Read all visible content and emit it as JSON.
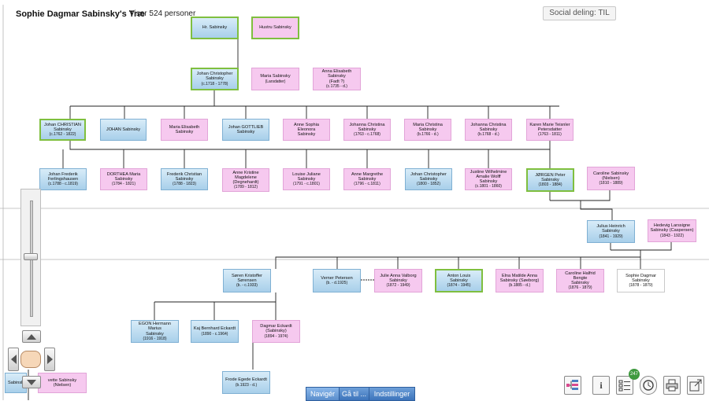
{
  "header": {
    "title": "Sophie Dagmar Sabinsky's Træ",
    "count": "Viser 524 personer",
    "social": "Social deling: TIL"
  },
  "persons": [
    {
      "id": "p1",
      "lines": [
        "Hr. Sabinsky"
      ],
      "g": "m",
      "sel": true
    },
    {
      "id": "p2",
      "lines": [
        "Hustru Sabinsky"
      ],
      "g": "f",
      "sel": true
    },
    {
      "id": "p3",
      "lines": [
        "Johan Christopher",
        "Sabinsky",
        "(c.1718 - 1778)"
      ],
      "g": "m",
      "sel": true
    },
    {
      "id": "p4",
      "lines": [
        "Maria Sabinsky",
        "(Larsdatter)"
      ],
      "g": "f"
    },
    {
      "id": "p5",
      "lines": [
        "Anna Elisabeth Sabinsky",
        "(Fadt ?)",
        "(c.1735 - d.)"
      ],
      "g": "f"
    },
    {
      "id": "p6",
      "lines": [
        "Johan CHRISTIAN",
        "Sabinsky",
        "(c.1762 - 1822)"
      ],
      "g": "m",
      "sel": true
    },
    {
      "id": "p7",
      "lines": [
        "JOHAN Sabinsky"
      ],
      "g": "m"
    },
    {
      "id": "p8",
      "lines": [
        "Maria Elisabeth",
        "Sabinsky"
      ],
      "g": "f"
    },
    {
      "id": "p9",
      "lines": [
        "Johan GOTTLIEB",
        "Sabinsky"
      ],
      "g": "m"
    },
    {
      "id": "p10",
      "lines": [
        "Anne Sophia Eleonora",
        "Sabinsky"
      ],
      "g": "f"
    },
    {
      "id": "p11",
      "lines": [
        "Johanna Christina",
        "Sabinsky",
        "(1763 - c.1768)"
      ],
      "g": "f"
    },
    {
      "id": "p12",
      "lines": [
        "Maria Christina",
        "Sabinsky",
        "(b.1766 - d.)"
      ],
      "g": "f"
    },
    {
      "id": "p13",
      "lines": [
        "Johanna Christina",
        "Sabinsky",
        "(b.1768 - d.)"
      ],
      "g": "f"
    },
    {
      "id": "p14",
      "lines": [
        "Karen Marie Teisnler",
        "Petersdatter",
        "(1763 - 1811)"
      ],
      "g": "f"
    },
    {
      "id": "p15",
      "lines": [
        "Johan Frederik",
        "Ferlingshausen",
        "(c.1788 - c.1819)"
      ],
      "g": "m"
    },
    {
      "id": "p16",
      "lines": [
        "DORTHEA Maria",
        "Sabinsky",
        "(1784 - 1821)"
      ],
      "g": "f"
    },
    {
      "id": "p17",
      "lines": [
        "Frederik Christian",
        "Sabinsky",
        "(1788 - 1823)"
      ],
      "g": "m"
    },
    {
      "id": "p18",
      "lines": [
        "Anne Kristine",
        "Magdelene",
        "(Degnehardt)",
        "(1789 - 1812)"
      ],
      "g": "f"
    },
    {
      "id": "p19",
      "lines": [
        "Louise Juliane Sabinsky",
        "(1791 - c.1801)"
      ],
      "g": "f"
    },
    {
      "id": "p20",
      "lines": [
        "Anne Margrethe",
        "Sabinsky",
        "(1796 - c.1811)"
      ],
      "g": "f"
    },
    {
      "id": "p21",
      "lines": [
        "Johan Christopher",
        "Sabinsky",
        "(1800 - 1852)"
      ],
      "g": "m"
    },
    {
      "id": "p22",
      "lines": [
        "Justine Wilhelmine",
        "Amalie Wolff Sabinsky",
        "(c.1801 - 1860)"
      ],
      "g": "f"
    },
    {
      "id": "p23",
      "lines": [
        "JØRGEN Peter Sabinsky",
        "(1803 - 1884)"
      ],
      "g": "m",
      "sel": true
    },
    {
      "id": "p24",
      "lines": [
        "Caroline Sabinsky",
        "(Nielsen)",
        "(1810 - 1889)"
      ],
      "g": "f"
    },
    {
      "id": "p25",
      "lines": [
        "Julius Heinrich",
        "Sabinsky",
        "(1841 - 1929)"
      ],
      "g": "m"
    },
    {
      "id": "p26",
      "lines": [
        "Hedevig Larssigne",
        "Sabinsky (Caspersen)",
        "(1843 - 1922)"
      ],
      "g": "f"
    },
    {
      "id": "p27",
      "lines": [
        "Søren Kristoffer",
        "Sørensen",
        "(b. - c.1933)"
      ],
      "g": "m"
    },
    {
      "id": "p28",
      "lines": [
        "Verner Petersen",
        "(b. - d.1925)"
      ],
      "g": "m"
    },
    {
      "id": "p29",
      "lines": [
        "Julie Anna Valborg",
        "Sabinsky",
        "(1872 - 1949)"
      ],
      "g": "f"
    },
    {
      "id": "p30",
      "lines": [
        "Anton Louis Sabinsky",
        "(1874 - 1945)"
      ],
      "g": "m",
      "sel": true
    },
    {
      "id": "p31",
      "lines": [
        "Elna Matilde Anna",
        "Sabinsky (Søeborg)",
        "(b.1885 - d.)"
      ],
      "g": "f"
    },
    {
      "id": "p32",
      "lines": [
        "Caroline Halfrid Bengte",
        "Sabinsky",
        "(1876 - 1879)"
      ],
      "g": "f"
    },
    {
      "id": "p33",
      "lines": [
        "Sophie Dagmar",
        "Sabinsky",
        "(1878 - 1879)"
      ],
      "g": "w"
    },
    {
      "id": "p34",
      "lines": [
        "EGON Hermann Marius",
        "Sabinsky",
        "(1916 - 1918)"
      ],
      "g": "m"
    },
    {
      "id": "p35",
      "lines": [
        "Kaj Bernhard Eckardt",
        "(1890 - c.1964)"
      ],
      "g": "m"
    },
    {
      "id": "p36",
      "lines": [
        "Dagmar Eckardt",
        "(Sabinsky)",
        "(1894 - 1974)"
      ],
      "g": "f"
    },
    {
      "id": "p37",
      "lines": [
        "Frode Egede Eckardt",
        "(b.1923 - d.)"
      ],
      "g": "m"
    },
    {
      "id": "p38",
      "lines": [
        "Sabinsk"
      ],
      "g": "m"
    },
    {
      "id": "p39",
      "lines": [
        "vette Sabinsky (Nielsen)"
      ],
      "g": "f"
    }
  ],
  "tabs": [
    "Navigér",
    "Gå til ...",
    "Indstillinger"
  ],
  "tools": [
    "tree-view-icon",
    "info-icon",
    "checklist-icon",
    "history-icon",
    "print-icon",
    "external-link-icon"
  ],
  "badge": "247"
}
